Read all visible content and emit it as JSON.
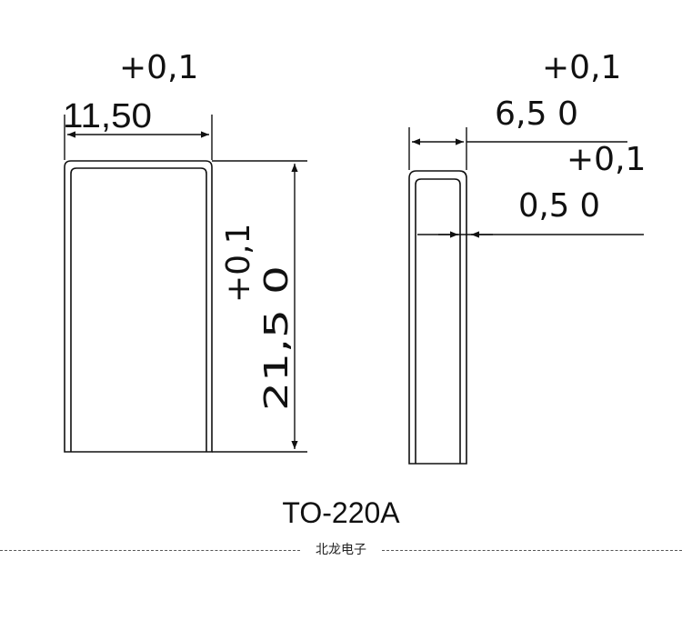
{
  "drawing": {
    "left_part": {
      "width_tol": "+0,1",
      "width_val": "11,50",
      "height_tol": "+0,1",
      "height_val": "21,5 0"
    },
    "right_part": {
      "width_tol": "+0,1",
      "width_val": "6,5 0",
      "wall_tol": "+0,1",
      "wall_val": "0,5 0"
    }
  },
  "caption": "TO-220A",
  "footer": {
    "brand": "北龙电子"
  },
  "colors": {
    "line": "#111111",
    "background": "#ffffff"
  }
}
